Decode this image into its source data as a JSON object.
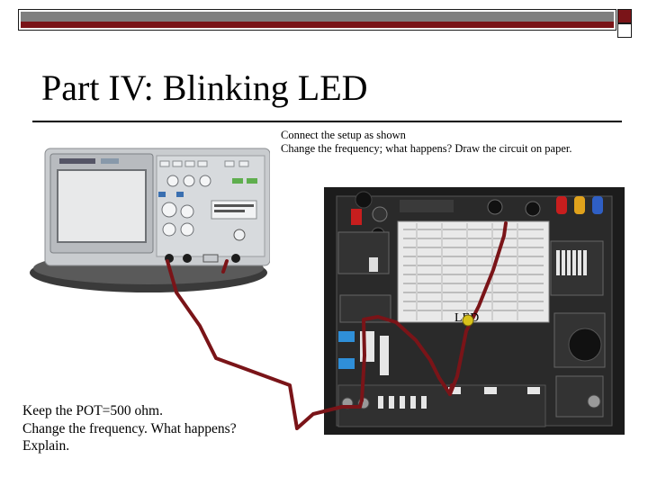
{
  "slide": {
    "title": "Part IV: Blinking LED",
    "instructions": [
      "Connect the setup as shown",
      "Change the frequency; what happens? Draw the circuit on paper."
    ],
    "led_label": "LED",
    "notes": [
      "Keep the POT=500 ohm.",
      "Change the frequency. What happens?",
      "Explain."
    ]
  },
  "colors": {
    "header_gray": "#7f7f7f",
    "header_maroon": "#7a1418",
    "wire": "#7a1418"
  },
  "icons": [
    "oscilloscope-image",
    "proto-board-image",
    "led-icon"
  ]
}
